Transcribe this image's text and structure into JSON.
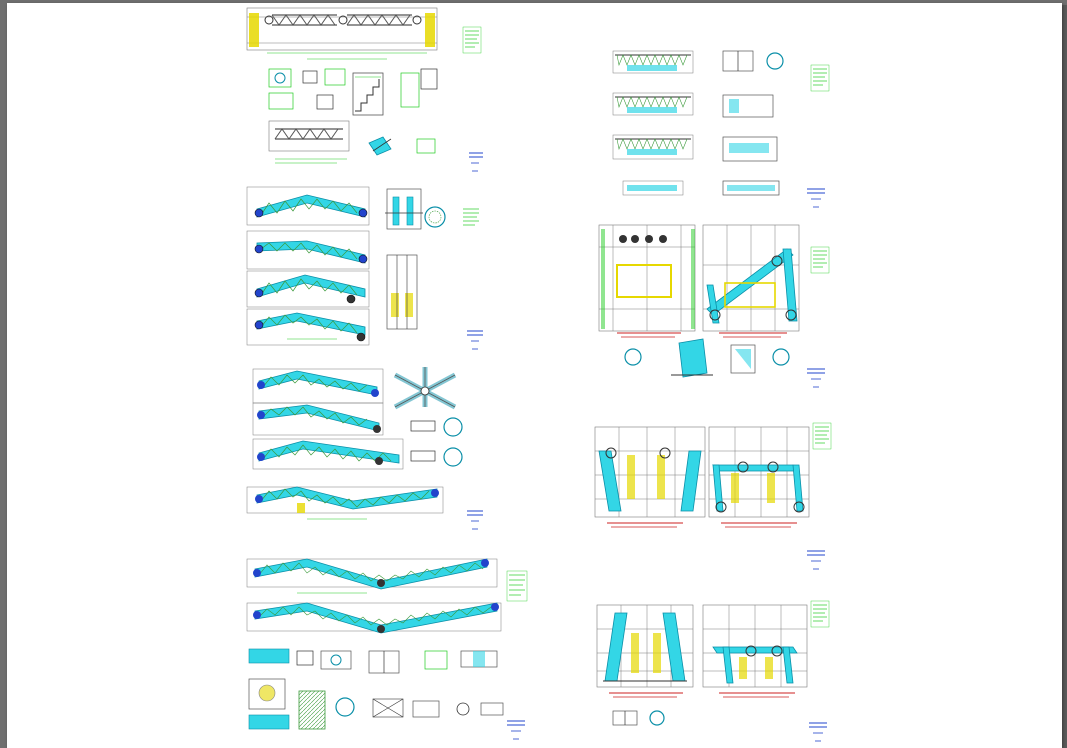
{
  "viewer": {
    "background_color": "#6f6f6f",
    "sheet_color": "#ffffff"
  },
  "palette": {
    "frame_line": "#7a7a7a",
    "member_fill": "#33d6e6",
    "member_edge": "#0a8fa8",
    "truss_line": "#3a9a3a",
    "annotation_green": "#22cc22",
    "annotation_yellow": "#e6d800",
    "title_red": "#cc2222",
    "title_blue": "#2244cc",
    "node_dark": "#333333"
  },
  "drawing": {
    "description_visible_text": "",
    "left_column_panels": [
      {
        "id": "panel-top-truss"
      },
      {
        "id": "panel-sloped-trusses-a"
      },
      {
        "id": "panel-sloped-trusses-b"
      },
      {
        "id": "panel-long-trusses"
      }
    ],
    "right_column_panels": [
      {
        "id": "panel-purlin-details"
      },
      {
        "id": "panel-frame-plan"
      },
      {
        "id": "panel-elevation-a"
      },
      {
        "id": "panel-elevation-b"
      }
    ]
  }
}
